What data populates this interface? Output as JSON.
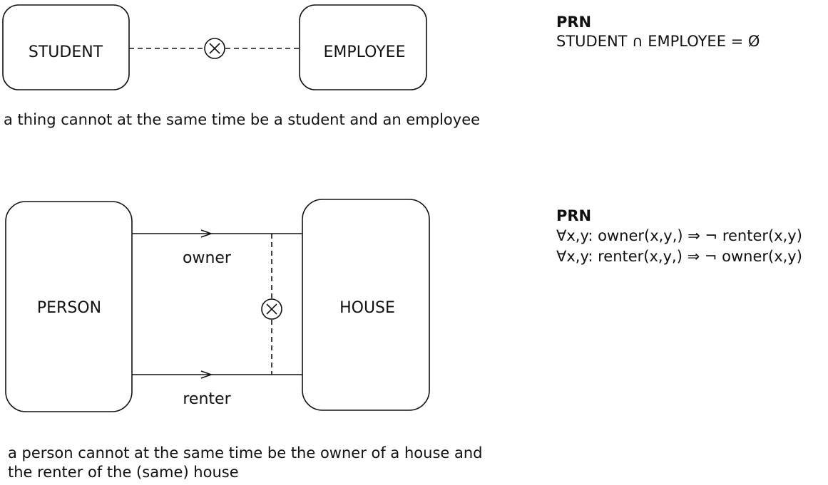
{
  "diagram1": {
    "entity_left": "STUDENT",
    "entity_right": "EMPLOYEE",
    "caption": "a thing cannot at the same time be a student and an employee",
    "prn_title": "PRN",
    "prn_line1": "STUDENT ∩ EMPLOYEE = Ø"
  },
  "diagram2": {
    "entity_left": "PERSON",
    "entity_right": "HOUSE",
    "relation_top": "owner",
    "relation_bottom": "renter",
    "caption_line1": "a person cannot at the same time be the owner of a house and",
    "caption_line2": "the renter of the (same) house",
    "prn_title": "PRN",
    "prn_line1": "∀x,y: owner(x,y,) ⇒ ¬ renter(x,y)",
    "prn_line2": "∀x,y: renter(x,y,) ⇒ ¬ owner(x,y)"
  },
  "colors": {
    "stroke": "#111111",
    "background": "#ffffff"
  },
  "icons": [
    "exclusion-circle-icon",
    "arrowhead-icon"
  ]
}
